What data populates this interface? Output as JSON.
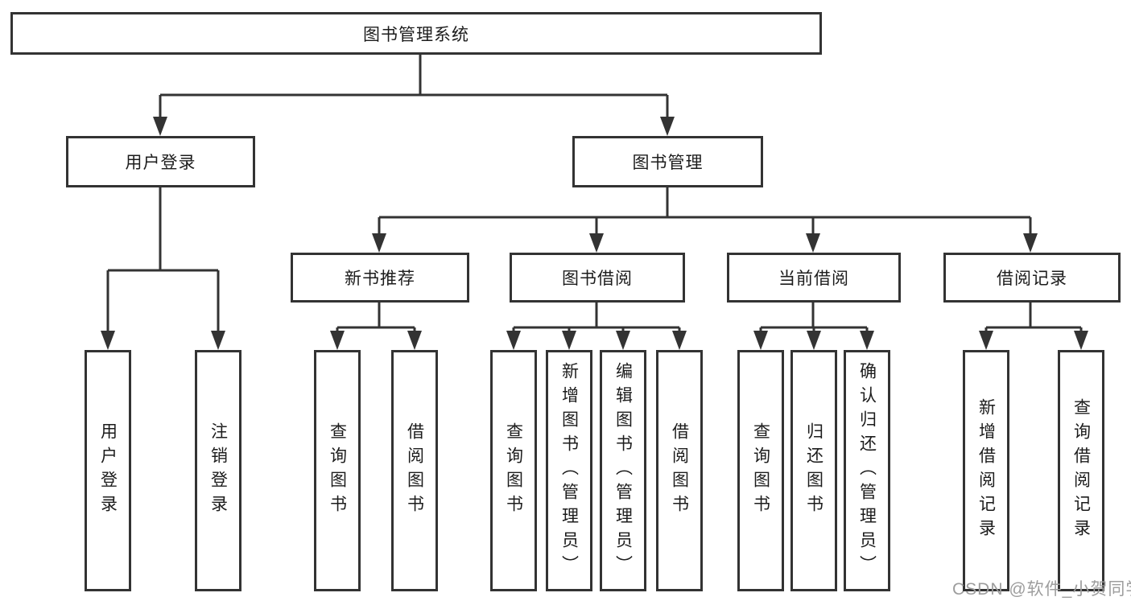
{
  "diagram": {
    "title": "图书管理系统",
    "root": {
      "label": "图书管理系统"
    },
    "branches": [
      {
        "label": "用户登录",
        "children": [
          {
            "label": "用户登录"
          },
          {
            "label": "注销登录"
          }
        ]
      },
      {
        "label": "图书管理",
        "children": [
          {
            "label": "新书推荐",
            "children": [
              {
                "label": "查询图书"
              },
              {
                "label": "借阅图书"
              }
            ]
          },
          {
            "label": "图书借阅",
            "children": [
              {
                "label": "查询图书"
              },
              {
                "label": "新增图书（管理员）"
              },
              {
                "label": "编辑图书（管理员）"
              },
              {
                "label": "借阅图书"
              }
            ]
          },
          {
            "label": "当前借阅",
            "children": [
              {
                "label": "查询图书"
              },
              {
                "label": "归还图书"
              },
              {
                "label": "确认归还（管理员）"
              }
            ]
          },
          {
            "label": "借阅记录",
            "children": [
              {
                "label": "新增借阅记录"
              },
              {
                "label": "查询借阅记录"
              }
            ]
          }
        ]
      }
    ]
  },
  "watermark": {
    "text": "CSDN @软件_小贺同学"
  },
  "colors": {
    "line": "#333333",
    "text": "#1c1c1c",
    "watermark": "#9d9d9d",
    "background": "#ffffff"
  }
}
